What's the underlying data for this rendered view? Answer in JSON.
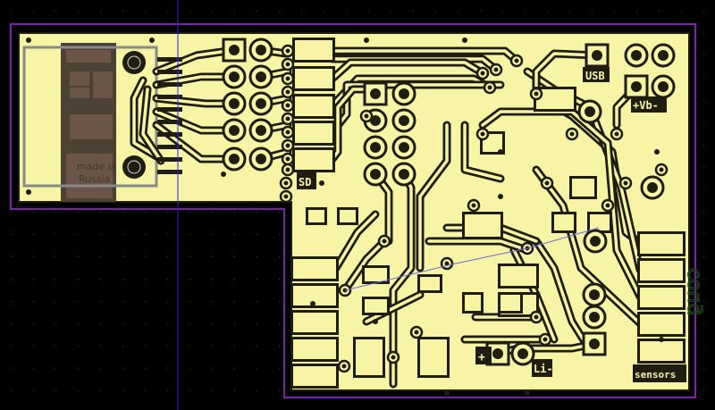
{
  "view": "pcb-layout-editor",
  "colors": {
    "background": "#000000",
    "board_outline": "#7a22a8",
    "copper": "#f8f4a6",
    "clearance": "#1e1d10",
    "cursor_line": "#2a2ad0",
    "footprint_outline": "#8a8a8a",
    "bottom_silk": "#1f3d1f"
  },
  "labels": {
    "usb": "USB",
    "vb": "+Vb-",
    "sd": "SD",
    "sensors": "sensors",
    "plus": "+",
    "li": "Li-",
    "made_in": "made in",
    "russia": "Russia",
    "bottom_text": "coug"
  }
}
